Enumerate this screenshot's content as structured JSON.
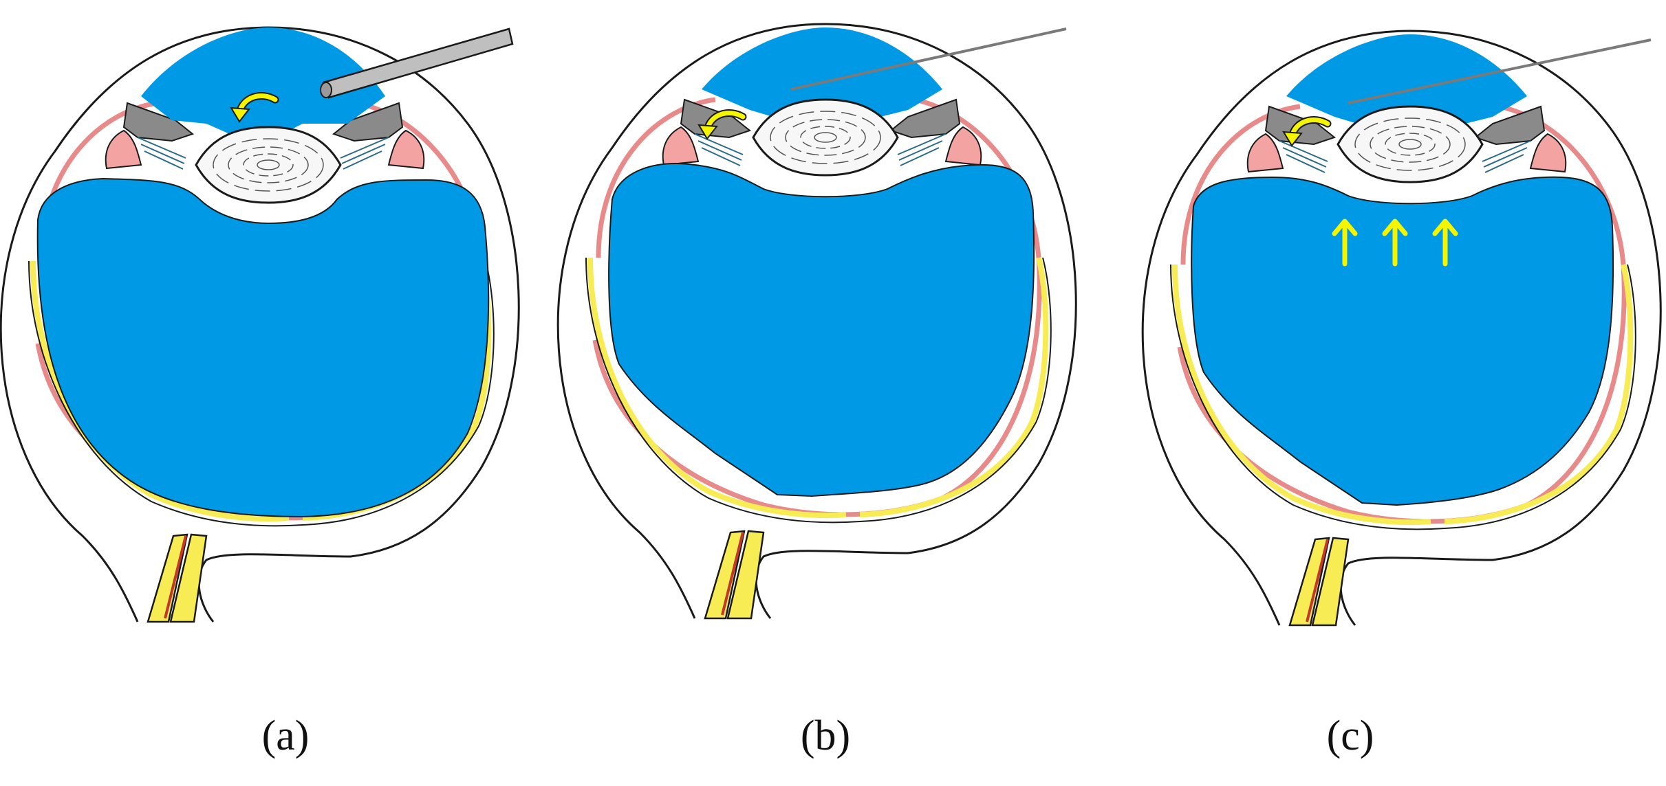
{
  "panels": [
    {
      "label": "(a)",
      "instrument": "cannula",
      "elevation_arrows": 0
    },
    {
      "label": "(b)",
      "instrument": "needle",
      "elevation_arrows": 0
    },
    {
      "label": "(c)",
      "instrument": "needle",
      "elevation_arrows": 3
    }
  ],
  "colors": {
    "fluid": "#0099e6",
    "outline": "#1a1a1a",
    "choroid": "#e88a8a",
    "sclera_pink": "#f4a3a3",
    "retina_yellow": "#f8ec55",
    "arrow_yellow": "#f5f500",
    "iris_gray": "#8a8a8a",
    "zonule_teal": "#2a6a8a",
    "lens": "#f7f7f7",
    "instrument_gray": "#bfbfbf"
  }
}
